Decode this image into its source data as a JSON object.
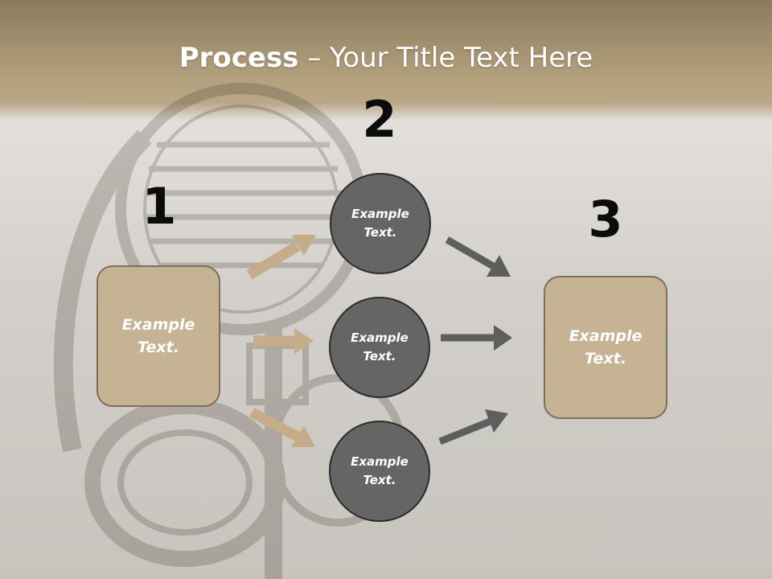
{
  "slide": {
    "title_bold": "Process",
    "title_rest": " – Your Title Text Here"
  },
  "steps": [
    {
      "number": "1"
    },
    {
      "number": "2"
    },
    {
      "number": "3"
    }
  ],
  "boxes": {
    "left": "Example\nText.",
    "right": "Example\nText."
  },
  "circles": [
    "Example\nText.",
    "Example\nText.",
    "Example\nText."
  ],
  "colors": {
    "box_fill": "#c5b394",
    "circle_fill": "#656565",
    "tan_arrow": "#c4ad88",
    "gray_arrow": "#5e5e5e"
  }
}
